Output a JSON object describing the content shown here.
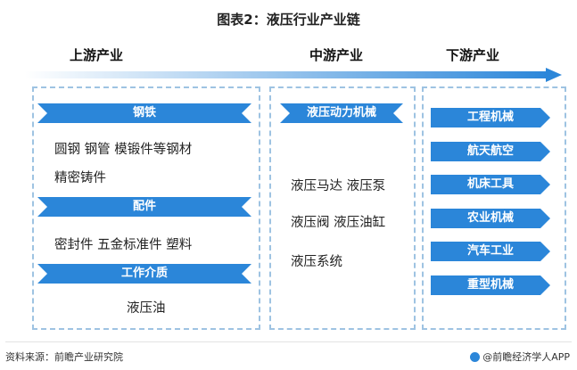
{
  "title": "图表2：液压行业产业链",
  "upstream": {
    "header": "上游产业",
    "groups": [
      {
        "label": "钢铁",
        "lines": [
          "圆钢  钢管  模锻件等钢材",
          "精密铸件"
        ]
      },
      {
        "label": "配件",
        "lines": [
          "密封件   五金标准件   塑料"
        ]
      },
      {
        "label": "工作介质",
        "lines": [
          "液压油"
        ]
      }
    ]
  },
  "midstream": {
    "header": "中游产业",
    "label": "液压动力机械",
    "items": [
      "液压马达 液压泵",
      "液压阀 液压油缸",
      "液压系统"
    ]
  },
  "downstream": {
    "header": "下游产业",
    "items": [
      "工程机械",
      "航天航空",
      "机床工具",
      "农业机械",
      "汽车工业",
      "重型机械"
    ]
  },
  "footer": {
    "source": "资料来源：前瞻产业研究院",
    "brand": "@前瞻经济学人APP"
  },
  "colors": {
    "accent": "#2b86d9",
    "panel_border": "#9ec3e2"
  }
}
